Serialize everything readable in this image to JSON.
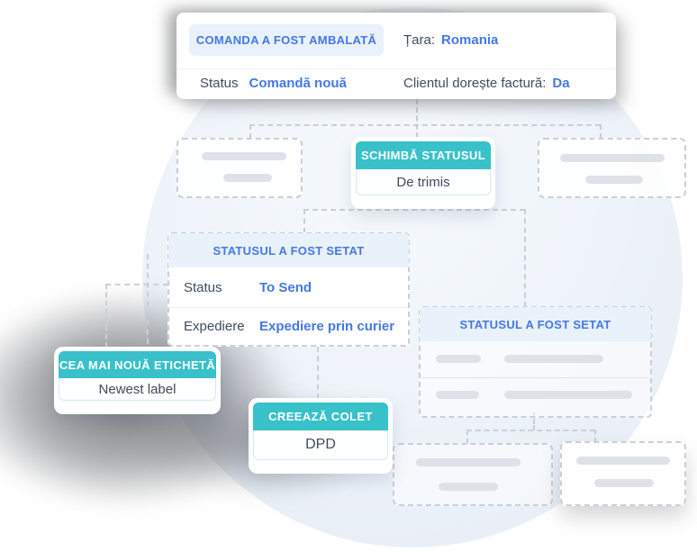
{
  "colors": {
    "teal": "#38c1c9",
    "blue": "#4478e2",
    "dark": "#3e4c5e",
    "band": "#e9f1fb",
    "dash": "#c9cfd7",
    "pill": "#dee1e7",
    "circle": "#edf2f9"
  },
  "cards": {
    "order_packed": {
      "header": "COMANDA A FOST AMBALATĂ",
      "country_label": "Țara:",
      "country_value": "Romania",
      "status_label": "Status",
      "status_value": "Comandă nouă",
      "invoice_label": "Clientul dorește factură:",
      "invoice_value": "Da"
    },
    "change_status": {
      "header": "SCHIMBĂ STATUSUL",
      "value": "De trimis"
    },
    "status_set_left": {
      "header": "STATUSUL A FOST SETAT",
      "rows": [
        {
          "label": "Status",
          "value": "To Send"
        },
        {
          "label": "Expediere",
          "value": "Expediere prin curier"
        }
      ]
    },
    "newest_label": {
      "header": "CEA MAI NOUĂ ETICHETĂ",
      "value": "Newest label"
    },
    "create_parcel": {
      "header": "CREEAZĂ COLET",
      "value": "DPD"
    },
    "status_set_right": {
      "header": "STATUSUL A FOST SETAT"
    }
  }
}
